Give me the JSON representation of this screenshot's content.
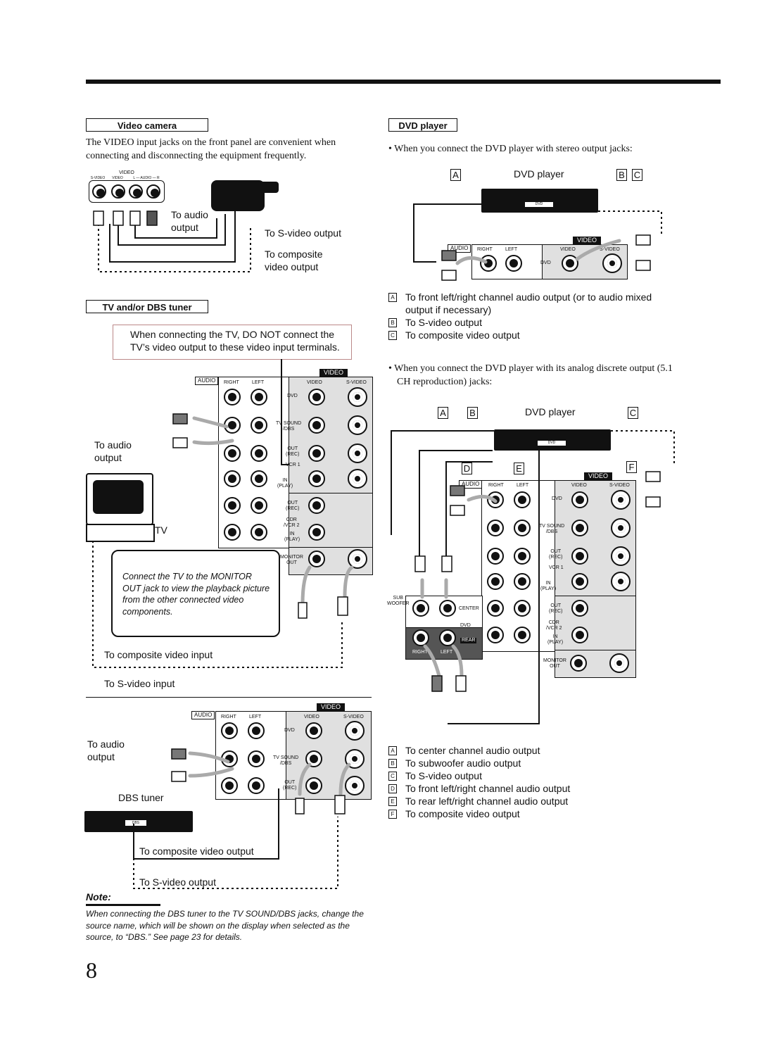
{
  "sections": {
    "video_camera": {
      "heading": "Video camera",
      "intro": "The VIDEO input jacks on the front panel are convenient when connecting and disconnecting the equipment frequently.",
      "front_panel_labels": [
        "VIDEO",
        "S-VIDEO",
        "VIDEO",
        "L — AUDIO — R"
      ],
      "labels": {
        "audio_output": "To audio\noutput",
        "s_video_output": "To S-video output",
        "composite_output": "To composite\nvideo output"
      }
    },
    "tv_dbs": {
      "heading": "TV and/or DBS tuner",
      "warning": "When connecting the TV, DO NOT connect the TV’s video output to these video input terminals.",
      "audio_output": "To audio\noutput",
      "tv_label": "TV",
      "monitor_note": "Connect the TV to the MONITOR OUT jack to view the playback picture from the other connected video components.",
      "composite_input": "To composite video input",
      "s_video_input": "To S-video input",
      "dbs_audio_output": "To audio\noutput",
      "dbs_tuner": "DBS tuner",
      "dbs_composite_output": "To composite video output",
      "dbs_s_video_output": "To S-video output",
      "dbs_device_label": "DBS"
    },
    "dvd_player": {
      "heading": "DVD player",
      "stereo_intro": "When you connect the DVD player with stereo output jacks:",
      "device_label": "DVD player",
      "device_badge": "DVD",
      "stereo_keys": [
        {
          "key": "A",
          "text": "To front left/right channel audio output (or to audio mixed output if necessary)"
        },
        {
          "key": "B",
          "text": "To S-video output"
        },
        {
          "key": "C",
          "text": "To composite video output"
        }
      ],
      "discrete_intro": "When you connect the DVD player with its analog discrete output (5.1 CH reproduction) jacks:",
      "discrete_keys": [
        {
          "key": "A",
          "text": "To center channel audio output"
        },
        {
          "key": "B",
          "text": "To subwoofer audio output"
        },
        {
          "key": "C",
          "text": "To S-video output"
        },
        {
          "key": "D",
          "text": "To front left/right channel audio output"
        },
        {
          "key": "E",
          "text": "To rear left/right channel audio output"
        },
        {
          "key": "F",
          "text": "To composite video output"
        }
      ]
    }
  },
  "panel_labels": {
    "video": "VIDEO",
    "audio": "AUDIO",
    "right": "RIGHT",
    "left": "LEFT",
    "video_col": "VIDEO",
    "s_video_col": "S-VIDEO",
    "dvd": "DVD",
    "tv_sound": "TV SOUND\n/DBS",
    "out_rec": "OUT\n(REC)",
    "vcr1": "VCR 1",
    "in_play": "IN\n(PLAY)",
    "cdr_vcr2": "CDR\n/VCR 2",
    "monitor_out": "MONITOR\nOUT",
    "sub_woofer": "SUB\nWOOFER",
    "center": "CENTER",
    "rear": "REAR",
    "right_w": "RIGHT",
    "left_w": "LEFT"
  },
  "note": {
    "title": "Note:",
    "text": "When connecting the DBS tuner to the TV SOUND/DBS jacks, change the source name, which will be shown on the display when selected as the source, to “DBS.” See page 23 for details."
  },
  "page_number": "8",
  "colors": {
    "ink": "#111111",
    "panel_gray": "#e0e0e0",
    "arrow_gray": "#aaaaaa",
    "warn_border": "#bb8888"
  }
}
